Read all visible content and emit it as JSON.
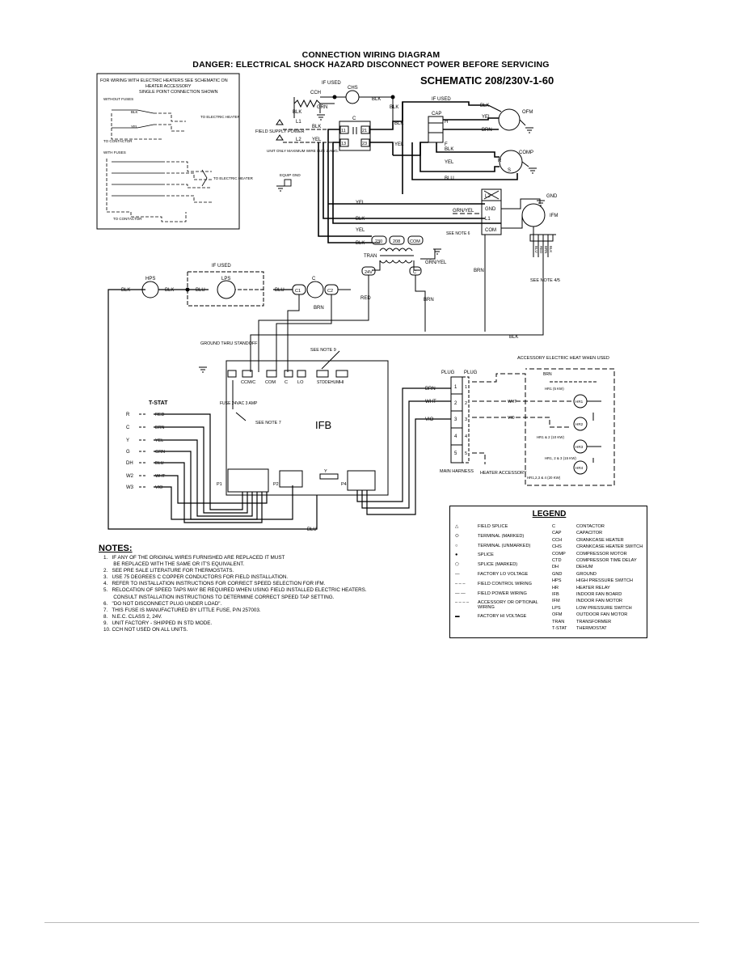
{
  "header": {
    "title": "CONNECTION WIRING DIAGRAM",
    "danger": "DANGER:  ELECTRICAL SHOCK HAZARD DISCONNECT POWER BEFORE SERVICING"
  },
  "schematic_title": "SCHEMATIC  208/230V-1-60",
  "inset": {
    "title1": "FOR WIRING WITH ELECTRIC HEATERS SEE SCHEMATIC ON",
    "title2": "HEATER ACCESSORY",
    "title3": "SINGLE POINT CONNECTION SHOWN",
    "without_fuses": "WITHOUT FUSES",
    "with_fuses": "WITH FUSES",
    "to_contactor": "TO CONTACTOR",
    "to_heater1": "TO ELECTRIC HEATER",
    "to_heater2": "TO ELECTRIC HEATER",
    "blk": "BLK",
    "yel": "YEL"
  },
  "labels": {
    "if_used": "IF USED",
    "cch": "CCH",
    "chs": "CHS",
    "blk": "BLK",
    "grn": "GRN",
    "yel": "YEL",
    "brn": "BRN",
    "blu": "BLU",
    "red": "RED",
    "wht": "WHT",
    "vio": "VIO",
    "grn_yel": "GRN/YEL",
    "c": "C",
    "cap": "CAP",
    "ofm": "OFM",
    "comp": "COMP",
    "field_supply": "FIELD SUPPLY POWER",
    "unit_only": "UNIT ONLY MAXIMUM WIRE SIZE 2 AWG.",
    "equip_gnd": "EQUIP GND",
    "l1": "L1",
    "l2": "L2",
    "gnd": "GND",
    "com": "COM",
    "ifm": "IFM",
    "see_note_6": "SEE NOTE 6",
    "see_note_45": "SEE NOTE 4/5",
    "see_note_7": "SEE NOTE 7",
    "see_note_9": "SEE NOTE 9",
    "tran": "TRAN",
    "t230": "230",
    "t208": "208",
    "tcom": "COM",
    "t24v": "24V",
    "hps": "HPS",
    "lps": "LPS",
    "c1": "C1",
    "c2": "C2",
    "ground_thru_standoff": "GROUND THRU STANDOFF",
    "ccm_c": "CCM/C",
    "lo": "LO",
    "hi": "HI",
    "std": "STD",
    "dehum": "DEHUM",
    "fuse": "FUSE 24VAC 3 AMP",
    "ifb": "IFB",
    "tstat": "T-STAT",
    "plug": "PLUG",
    "main_harness": "MAIN HARNESS",
    "heater_accessory": "HEATER ACCESSORY",
    "accessory_heat": "ACCESSORY ELECTRIC HEAT WHEN USED",
    "hr1": "HR1",
    "hr2": "HR2",
    "hr3": "HR3",
    "hr4": "HR4",
    "hr1_5kw": "HR1 (5 KW)",
    "hr12_10kw": "HR1 & 2 (10 KW)",
    "hr123_15kw": "HR1, 2 & 3 (15 KW)",
    "hr1234_20kw": "HR1,2,3 & 4 (20 KW)",
    "p1": "P1",
    "p2": "P2",
    "p4": "P4",
    "y": "Y",
    "h": "H",
    "f": "F",
    "r": "R",
    "s": "S"
  },
  "terminals": {
    "c11": "11",
    "c21": "21",
    "c13": "13",
    "c23": "23"
  },
  "tstat_terms": [
    "R",
    "C",
    "Y",
    "G",
    "DH",
    "W2",
    "W3"
  ],
  "tstat_wires": [
    "RED",
    "BRN",
    "YEL",
    "GRN",
    "BLU",
    "WHT",
    "VIO"
  ],
  "plug_pins": [
    "1",
    "2",
    "3",
    "4",
    "5"
  ],
  "ifm_wires": [
    "BLU",
    "RED",
    "BRN",
    "BLK"
  ],
  "notes_title": "NOTES:",
  "notes": [
    "1.   IF ANY OF THE ORIGINAL WIRES FURNISHED ARE REPLACED IT MUST",
    "       BE REPLACED WITH THE SAME OR IT'S EQUIVALENT.",
    "2.   SEE PRE SALE LITERATURE FOR THERMOSTATS.",
    "3.   USE 75 DEGREES C COPPER CONDUCTORS FOR FIELD INSTALLATION.",
    "4.   REFER TO INSTALLATION INSTRUCTIONS FOR CORRECT SPEED SELECTION FOR IFM.",
    "5.   RELOCATION OF SPEED TAPS MAY BE REQUIRED WHEN USING FIELD INSTALLED ELECTRIC HEATERS.",
    "       CONSULT INSTALLATION INSTRUCTIONS TO DETERMINE CORRECT SPEED TAP SETTING.",
    "6.   \"DO NOT DISCONNECT PLUG UNDER LOAD\".",
    "7.   THIS FUSE IS MANUFACTURED BY LITTLE FUSE, P/N 257003.",
    "8.   N.E.C. CLASS 2, 24V.",
    "9.   UNIT FACTORY - SHIPPED IN STD MODE.",
    "10. CCH NOT USED ON ALL UNITS."
  ],
  "legend": {
    "title": "LEGEND",
    "left": [
      "FIELD SPLICE",
      "TERMINAL (MARKED)",
      "TERMINAL (UNMARKED)",
      "SPLICE",
      "SPLICE (MARKED)",
      "FACTORY LO VOLTAGE",
      "FIELD CONTROL WIRING",
      "FIELD POWER WIRING",
      "ACCESSORY OR OPTIONAL WIRING",
      "FACTORY HI VOLTAGE"
    ],
    "abbr": [
      "C",
      "CAP",
      "CCH",
      "CHS",
      "COMP",
      "CTD",
      "DH",
      "GND",
      "HPS",
      "HR",
      "IFB",
      "IFM",
      "LPS",
      "OFM",
      "TRAN",
      "T-STAT"
    ],
    "desc": [
      "CONTACTOR",
      "CAPACITOR",
      "CRANKCASE HEATER",
      "CRANKCASE HEATER SWITCH",
      "COMPRESSOR MOTOR",
      "COMPRESSOR TIME DELAY",
      "DEHUM",
      "GROUND",
      "HIGH PRESSURE SWITCH",
      "HEATER RELAY",
      "INDOOR FAN BOARD",
      "INDOOR FAN MOTOR",
      "LOW PRESSURE SWITCH",
      "OUTDOOR FAN MOTOR",
      "TRANSFORMER",
      "THERMOSTAT"
    ]
  }
}
